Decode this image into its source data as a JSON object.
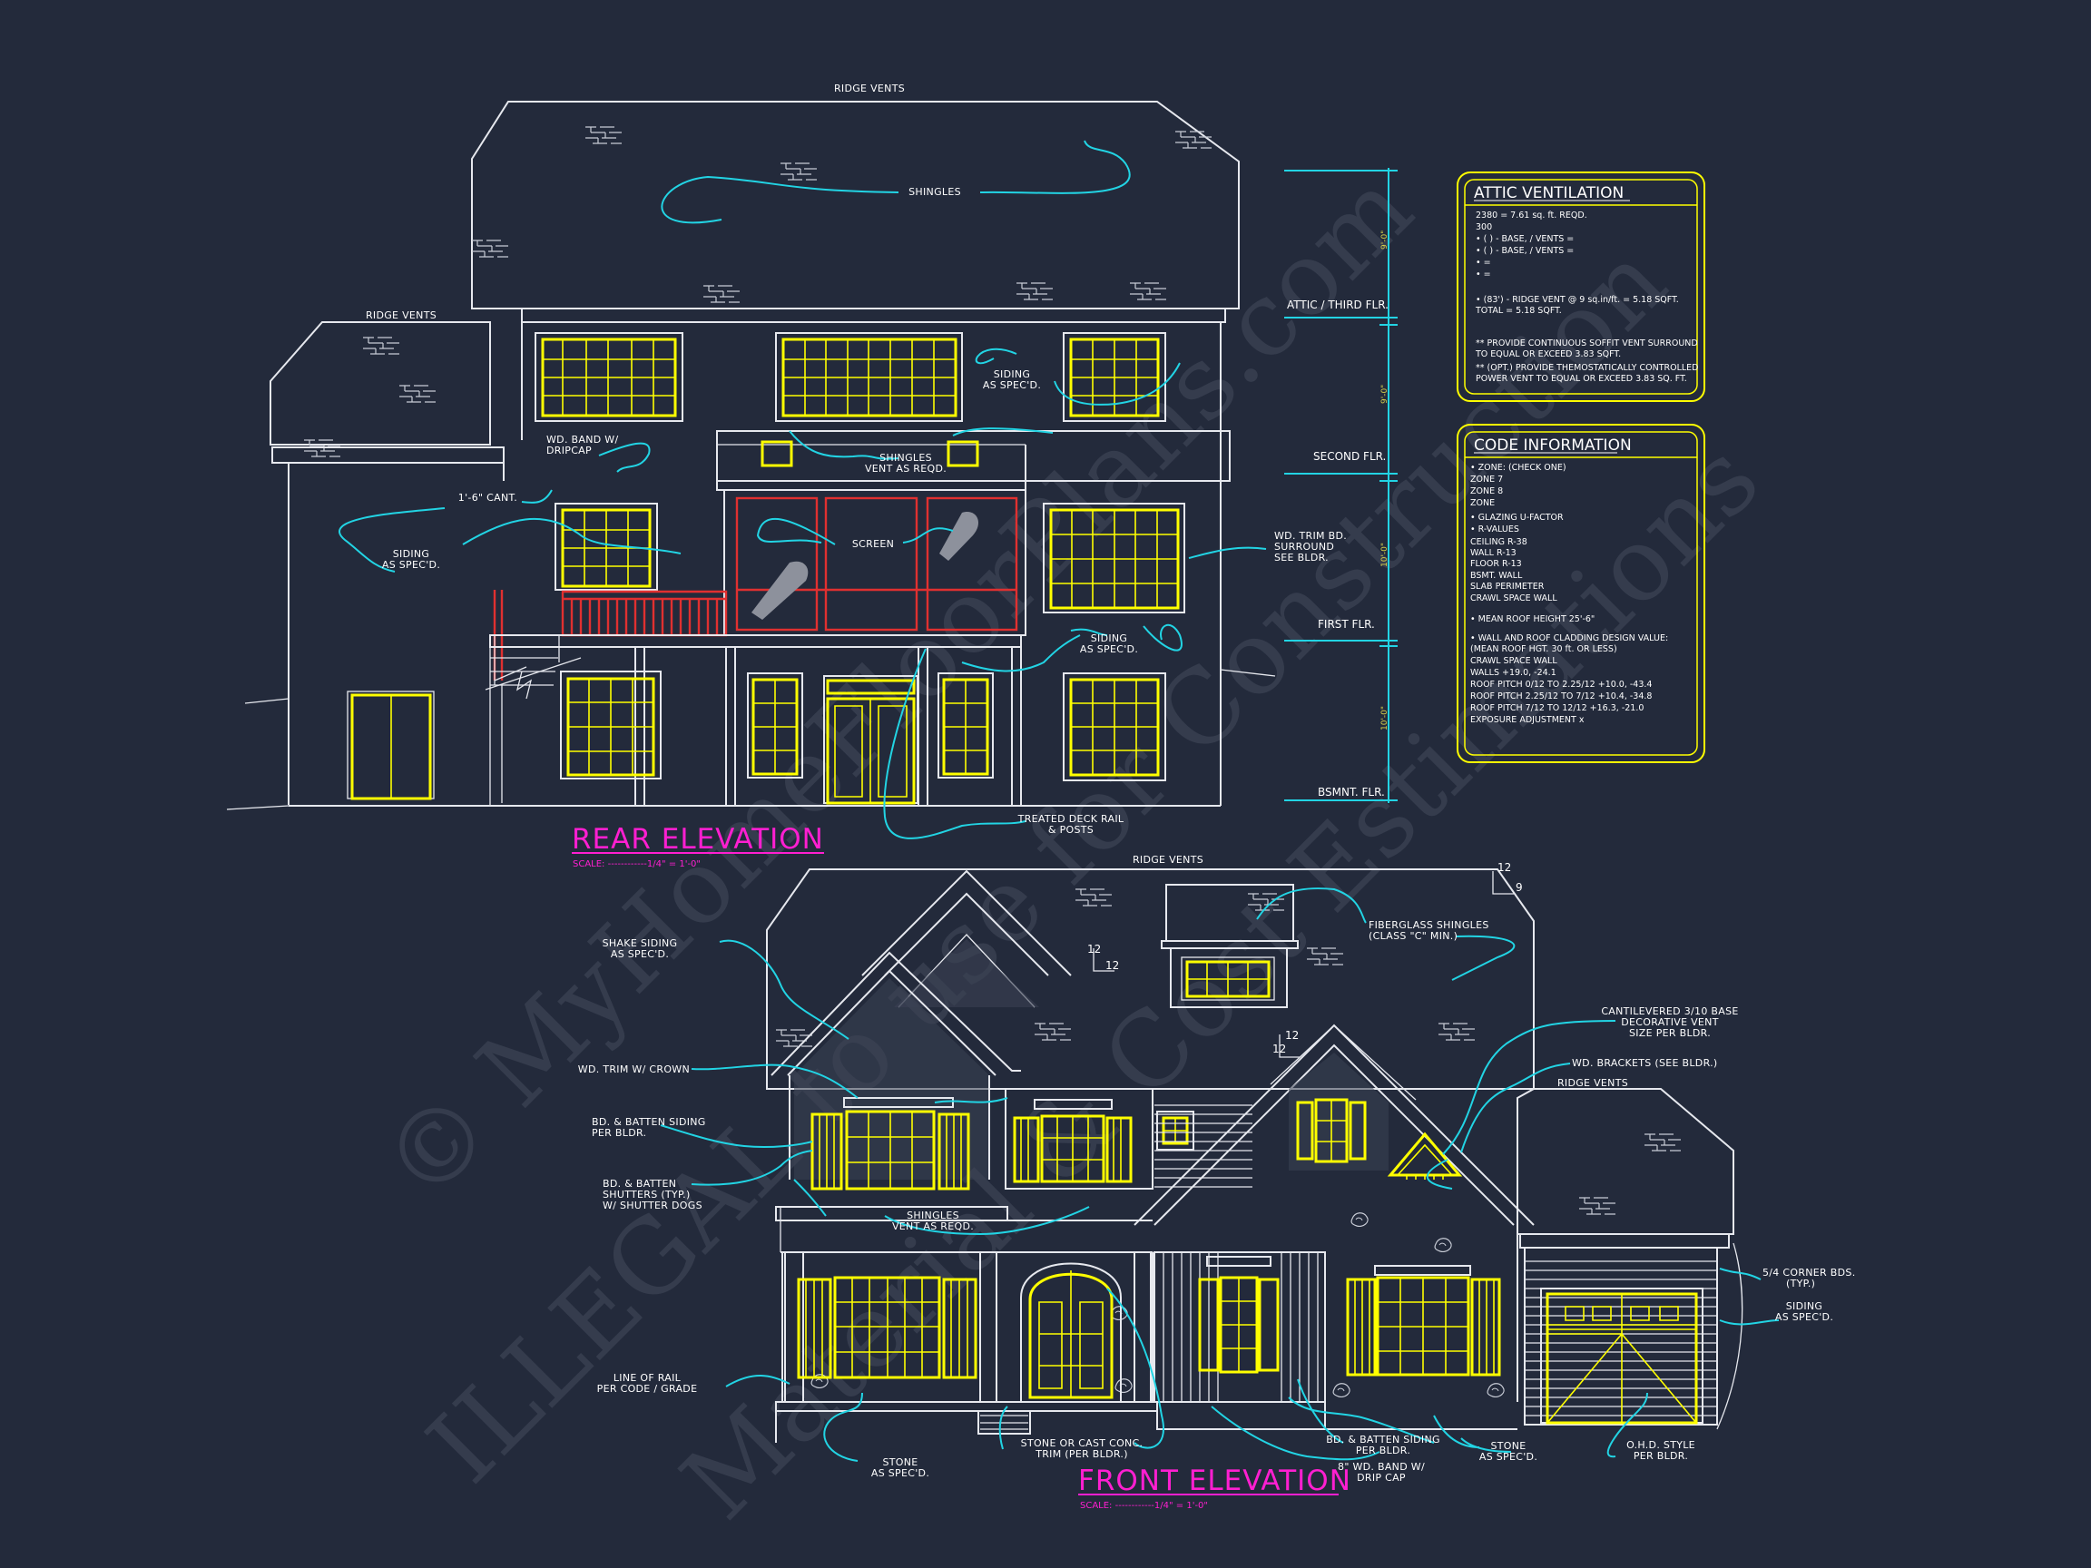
{
  "watermark": {
    "line1": "© MyHomeFloorPlans.com",
    "line2": "ILLEGAL to use for Construction",
    "line3": "Material & Cost Estimations"
  },
  "rear": {
    "title": "REAR ELEVATION",
    "scale": "SCALE: ------------1/4\" = 1'-0\"",
    "notes": {
      "ridge_top": "RIDGE VENTS",
      "ridge_left": "RIDGE VENTS",
      "shingles": "SHINGLES",
      "siding_upper": "SIDING",
      "siding_upper2": "AS SPEC'D.",
      "wd_band": "WD. BAND W/",
      "wd_band2": "DRIPCAP",
      "shingles_vent": "SHINGLES",
      "shingles_vent2": "VENT AS REQD.",
      "cant": "1'-6\" CANT.",
      "siding_left": "SIDING",
      "siding_left2": "AS SPEC'D.",
      "screen": "SCREEN",
      "trim_bd": "WD. TRIM BD.",
      "trim_bd2": "SURROUND",
      "trim_bd3": "SEE BLDR.",
      "siding_mid": "SIDING",
      "siding_mid2": "AS SPEC'D.",
      "deck_rail": "TREATED DECK RAIL",
      "deck_rail2": "& POSTS"
    },
    "levels": [
      "ATTIC / THIRD FLR.",
      "SECOND FLR.",
      "FIRST FLR.",
      "BSMNT. FLR."
    ],
    "dims": [
      "9'-0\"",
      "9'-0\"",
      "10'-0\"",
      "10'-0\""
    ]
  },
  "front": {
    "title": "FRONT ELEVATION",
    "scale": "SCALE: ------------1/4\" = 1'-0\"",
    "notes": {
      "ridge_top": "RIDGE VENTS",
      "ridge_right": "RIDGE VENTS",
      "shake": "SHAKE SIDING",
      "shake2": "AS SPEC'D.",
      "fiberglass": "FIBERGLASS SHINGLES",
      "fiberglass2": "(CLASS \"C\" MIN.)",
      "trim_crown": "WD. TRIM W/ CROWN",
      "bb_siding": "BD. & BATTEN SIDING",
      "bb_siding2": "PER BLDR.",
      "shutters": "BD. & BATTEN",
      "shutters2": "SHUTTERS (TYP.)",
      "shutters3": "W/ SHUTTER DOGS",
      "cantilever": "CANTILEVERED 3/10 BASE",
      "cantilever2": "DECORATIVE VENT",
      "cantilever3": "SIZE PER BLDR.",
      "brackets": "WD. BRACKETS (SEE BLDR.)",
      "shingles_vent": "SHINGLES",
      "shingles_vent2": "VENT AS REQD.",
      "corner": "5/4 CORNER BDS.",
      "corner2": "(TYP.)",
      "siding": "SIDING",
      "siding2": "AS SPEC'D.",
      "rail": "LINE OF RAIL",
      "rail2": "PER CODE / GRADE",
      "stone_left": "STONE",
      "stone_left2": "AS SPEC'D.",
      "stone_trim": "STONE OR CAST CONC.",
      "stone_trim2": "TRIM (PER BLDR.)",
      "bb_lower": "BD. & BATTEN SIDING",
      "bb_lower2": "PER BLDR.",
      "band8": "8\" WD. BAND W/",
      "band8b": "DRIP CAP",
      "stone_right": "STONE",
      "stone_right2": "AS SPEC'D.",
      "ohd": "O.H.D. STYLE",
      "ohd2": "PER BLDR."
    },
    "pitches": [
      "12",
      "9",
      "12",
      "12",
      "12",
      "12"
    ]
  },
  "attic_box": {
    "title": "ATTIC VENTILATION",
    "lines": [
      "2380 = 7.61 sq. ft. REQD.",
      "300",
      "• (   ) -        BASE,   /   VENTS  =",
      "• (   ) -        BASE,   /   VENTS  =",
      "•                                              =",
      "•                                              =",
      "• (83') - RIDGE VENT @ 9 sq.in/ft. = 5.18 SQFT.",
      "                                 TOTAL     = 5.18 SQFT.",
      "** PROVIDE CONTINUOUS SOFFIT VENT SURROUND",
      "   TO EQUAL OR EXCEED  3.83 SQFT.",
      "** (OPT.) PROVIDE THEMOSTATICALLY CONTROLLED",
      "   POWER VENT TO EQUAL OR EXCEED 3.83 SQ. FT."
    ]
  },
  "code_box": {
    "title": "CODE INFORMATION",
    "lines": [
      "• ZONE: (CHECK ONE)",
      "        ZONE 7",
      "        ZONE 8",
      "        ZONE",
      "• GLAZING U-FACTOR",
      "• R-VALUES",
      "        CEILING                   R-38",
      "        WALL                       R-13",
      "        FLOOR                     R-13",
      "        BSMT. WALL",
      "        SLAB PERIMETER",
      "        CRAWL SPACE WALL",
      "• MEAN ROOF HEIGHT    25'-6\"",
      "• WALL AND ROOF CLADDING DESIGN VALUE:",
      "   (MEAN ROOF HGT. 30 ft. OR LESS)",
      "        CRAWL SPACE WALL",
      "        WALLS                             +19.0, -24.1",
      "        ROOF PITCH 0/12 TO 2.25/12   +10.0, -43.4",
      "        ROOF PITCH 2.25/12 TO 7/12   +10.4, -34.8",
      "        ROOF PITCH 7/12 TO 12/12     +16.3, -21.0",
      "        EXPOSURE ADJUSTMENT         x"
    ]
  },
  "colors": {
    "background": "#232a3b",
    "linework": "#e6e8ee",
    "windows": "#ffff00",
    "leaders": "#22d4e4",
    "titles": "#ff1fd1",
    "deck_rail": "#e03030"
  }
}
